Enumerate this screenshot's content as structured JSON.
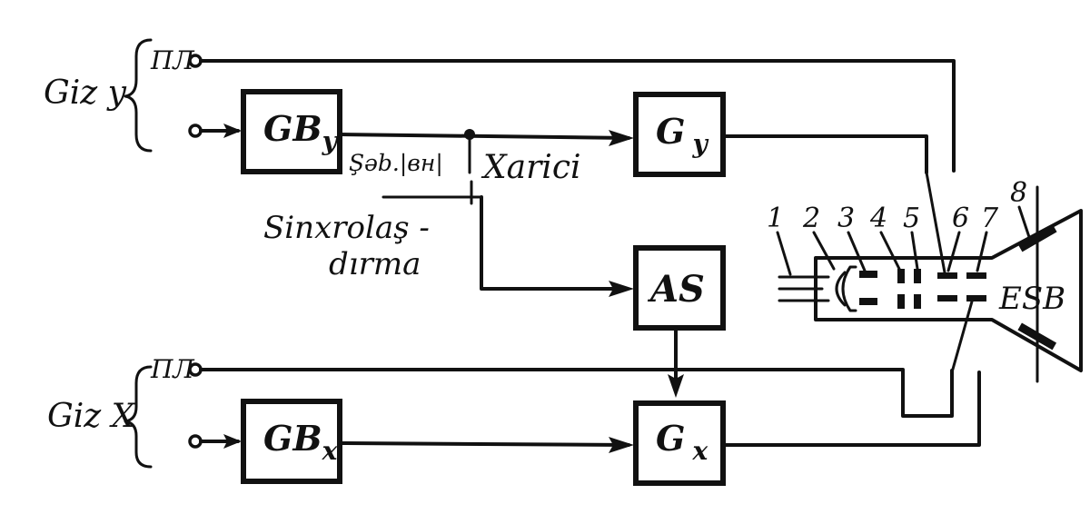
{
  "inputs": {
    "y_label": "Giz y",
    "x_label": "Giz X",
    "pl_top": "ПЛ",
    "pl_bottom": "ПЛ"
  },
  "blocks": {
    "gb_y": {
      "main": "GB",
      "sub": "y"
    },
    "g_y": {
      "main": "G",
      "sub": "y"
    },
    "as": {
      "main": "AS"
    },
    "gb_x": {
      "main": "GB",
      "sub": "x"
    },
    "g_x": {
      "main": "G",
      "sub": "x"
    }
  },
  "switch": {
    "internal": "Şəb.|вн|",
    "external": "Xarici"
  },
  "sync_label": {
    "line1": "Sinxrolaş -",
    "line2": "dırma"
  },
  "tube": {
    "label": "ESB",
    "numbers": [
      "1",
      "2",
      "3",
      "4",
      "5",
      "6",
      "7",
      "8"
    ]
  }
}
